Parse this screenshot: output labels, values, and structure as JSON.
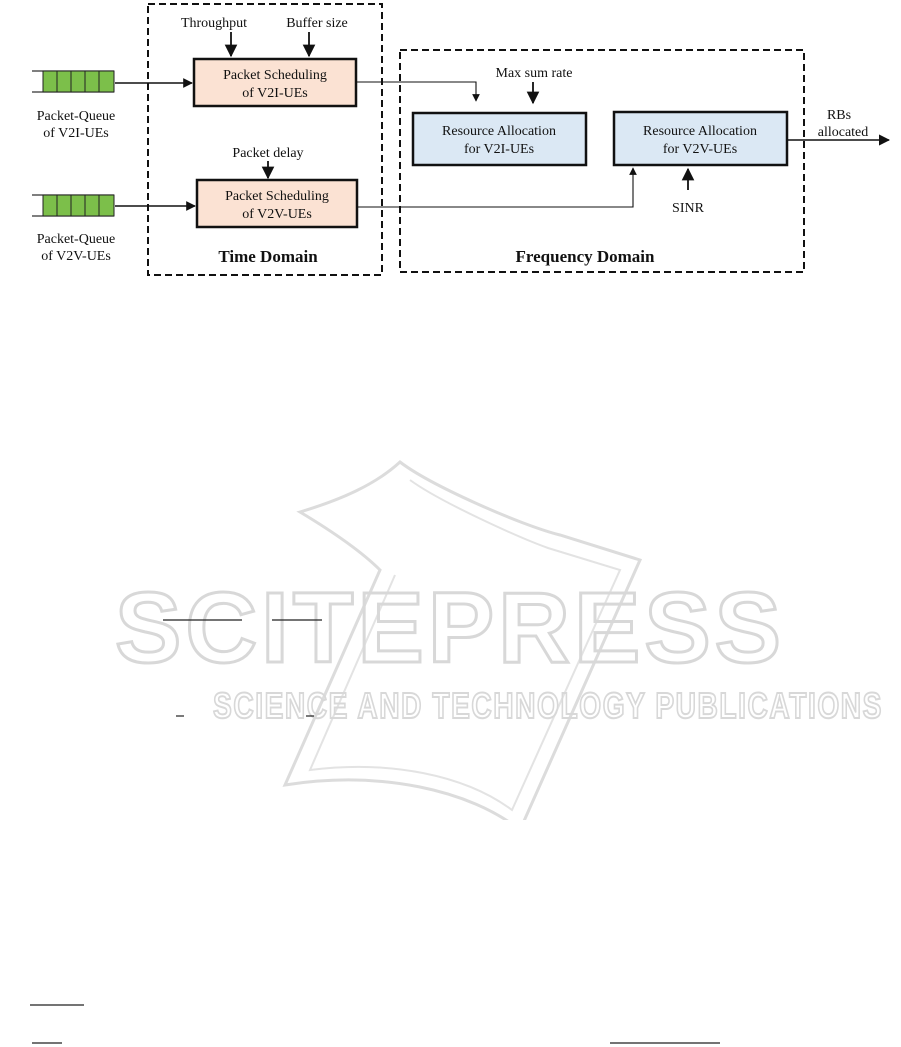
{
  "diagram": {
    "time_domain": {
      "title": "Time Domain",
      "inputs": {
        "throughput": "Throughput",
        "buffer_size": "Buffer size",
        "packet_delay": "Packet delay"
      },
      "v2i_block": {
        "line1": "Packet Scheduling",
        "line2": "of V2I-UEs"
      },
      "v2v_block": {
        "line1": "Packet Scheduling",
        "line2": "of V2V-UEs"
      }
    },
    "frequency_domain": {
      "title": "Frequency Domain",
      "inputs": {
        "max_sum_rate": "Max sum rate",
        "sinr": "SINR"
      },
      "v2i_block": {
        "line1": "Resource Allocation",
        "line2": "for V2I-UEs"
      },
      "v2v_block": {
        "line1": "Resource Allocation",
        "line2": "for V2V-UEs"
      }
    },
    "queues": {
      "v2i": {
        "line1": "Packet-Queue",
        "line2": "of V2I-UEs"
      },
      "v2v": {
        "line1": "Packet-Queue",
        "line2": "of V2V-UEs"
      }
    },
    "output": {
      "line1": "RBs",
      "line2": "allocated"
    }
  },
  "watermark": {
    "big": "SCITEPRESS",
    "small": "SCIENCE AND TECHNOLOGY PUBLICATIONS"
  },
  "colors": {
    "queue_fill": "#7cbf4a",
    "scheduling_fill": "#fbe2d3",
    "allocation_fill": "#dbe8f4",
    "watermark": "#d8d8d8"
  }
}
